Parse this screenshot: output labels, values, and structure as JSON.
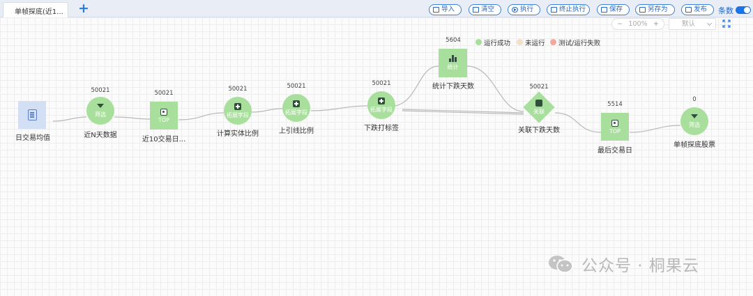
{
  "tab": {
    "title": "单帧探底(近1...",
    "add_icon": "plus-icon"
  },
  "toolbar": {
    "buttons": [
      {
        "label": "导入",
        "icon": "import-icon"
      },
      {
        "label": "清空",
        "icon": "trash-icon"
      },
      {
        "label": "执行",
        "icon": "play-icon"
      },
      {
        "label": "终止执行",
        "icon": "stop-icon"
      },
      {
        "label": "保存",
        "icon": "save-icon"
      },
      {
        "label": "另存为",
        "icon": "save-as-icon"
      },
      {
        "label": "发布",
        "icon": "publish-icon"
      }
    ],
    "count_label": "条数",
    "count_toggle_on": true
  },
  "legend": [
    {
      "label": "运行成功",
      "color": "#a9df9c"
    },
    {
      "label": "未运行",
      "color": "#f1e0c6"
    },
    {
      "label": "测试/运行失败",
      "color": "#f4a79b"
    }
  ],
  "zoom": {
    "minus": "−",
    "value": "100%",
    "plus": "+"
  },
  "layout_select": {
    "value": "默认"
  },
  "fullscreen_icon": "fullscreen-icon",
  "nodes": [
    {
      "id": "n1",
      "count": "",
      "type_label": "",
      "label": "日交易均值"
    },
    {
      "id": "n2",
      "count": "50021",
      "type_label": "筛选",
      "label": "近N天数据"
    },
    {
      "id": "n3",
      "count": "50021",
      "type_label": "TOP",
      "label": "近10交易日..."
    },
    {
      "id": "n4",
      "count": "50021",
      "type_label": "拓展字段",
      "label": "计算实体比例"
    },
    {
      "id": "n5",
      "count": "50021",
      "type_label": "拓展字段",
      "label": "上引线比例"
    },
    {
      "id": "n6",
      "count": "50021",
      "type_label": "拓展字段",
      "label": "下跌打标签"
    },
    {
      "id": "n7",
      "count": "5604",
      "type_label": "统计",
      "label": "统计下跌天数"
    },
    {
      "id": "n8",
      "count": "50021",
      "type_label": "关联",
      "label": "关联下跌天数"
    },
    {
      "id": "n9",
      "count": "5514",
      "type_label": "TOP",
      "label": "最后交易日"
    },
    {
      "id": "n10",
      "count": "0",
      "type_label": "筛选",
      "label": "单帧探底股票"
    }
  ],
  "watermark": {
    "text": "公众号 · 桐果云",
    "icon": "wechat-icon"
  }
}
